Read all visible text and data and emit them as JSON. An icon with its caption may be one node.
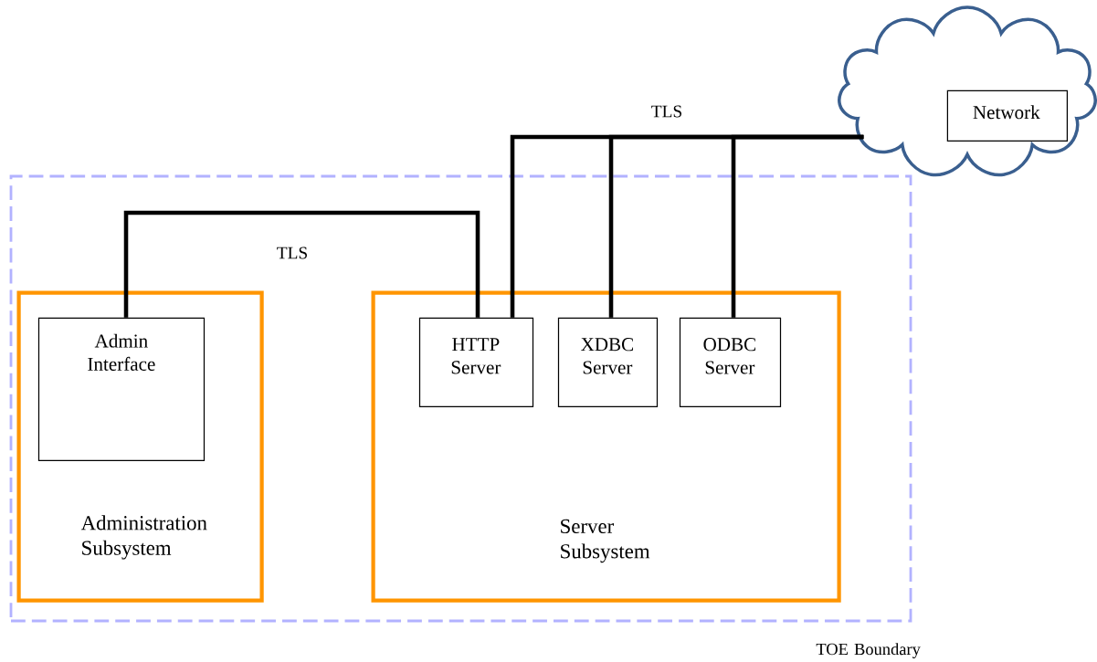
{
  "diagram": {
    "nodes": [
      {
        "text": [
          "TOE Boundary"
        ]
      },
      {
        "text": [
          "Administration Subsystem"
        ],
        "in": 0
      },
      {
        "text": [
          "Admin Interface"
        ],
        "in": 1
      },
      {
        "text": [
          "Server Subsystem"
        ],
        "in": 0
      },
      {
        "text": [
          "HTTP Server"
        ],
        "in": 3
      },
      {
        "text": [
          "XDBC Server"
        ],
        "in": 3
      },
      {
        "text": [
          "ODBC Server"
        ],
        "in": 3
      },
      {
        "text": [],
        "shape": "cloud"
      },
      {
        "text": [
          "Network"
        ],
        "in": 7
      }
    ],
    "edges": [
      {
        "from": 2,
        "to": 4,
        "arrow": "none",
        "label": "TLS"
      },
      {
        "from": 7,
        "to": 4,
        "arrow": "none",
        "label": "TLS"
      },
      {
        "from": 7,
        "to": 5,
        "arrow": "none"
      },
      {
        "from": 7,
        "to": 6,
        "arrow": "none"
      }
    ]
  }
}
